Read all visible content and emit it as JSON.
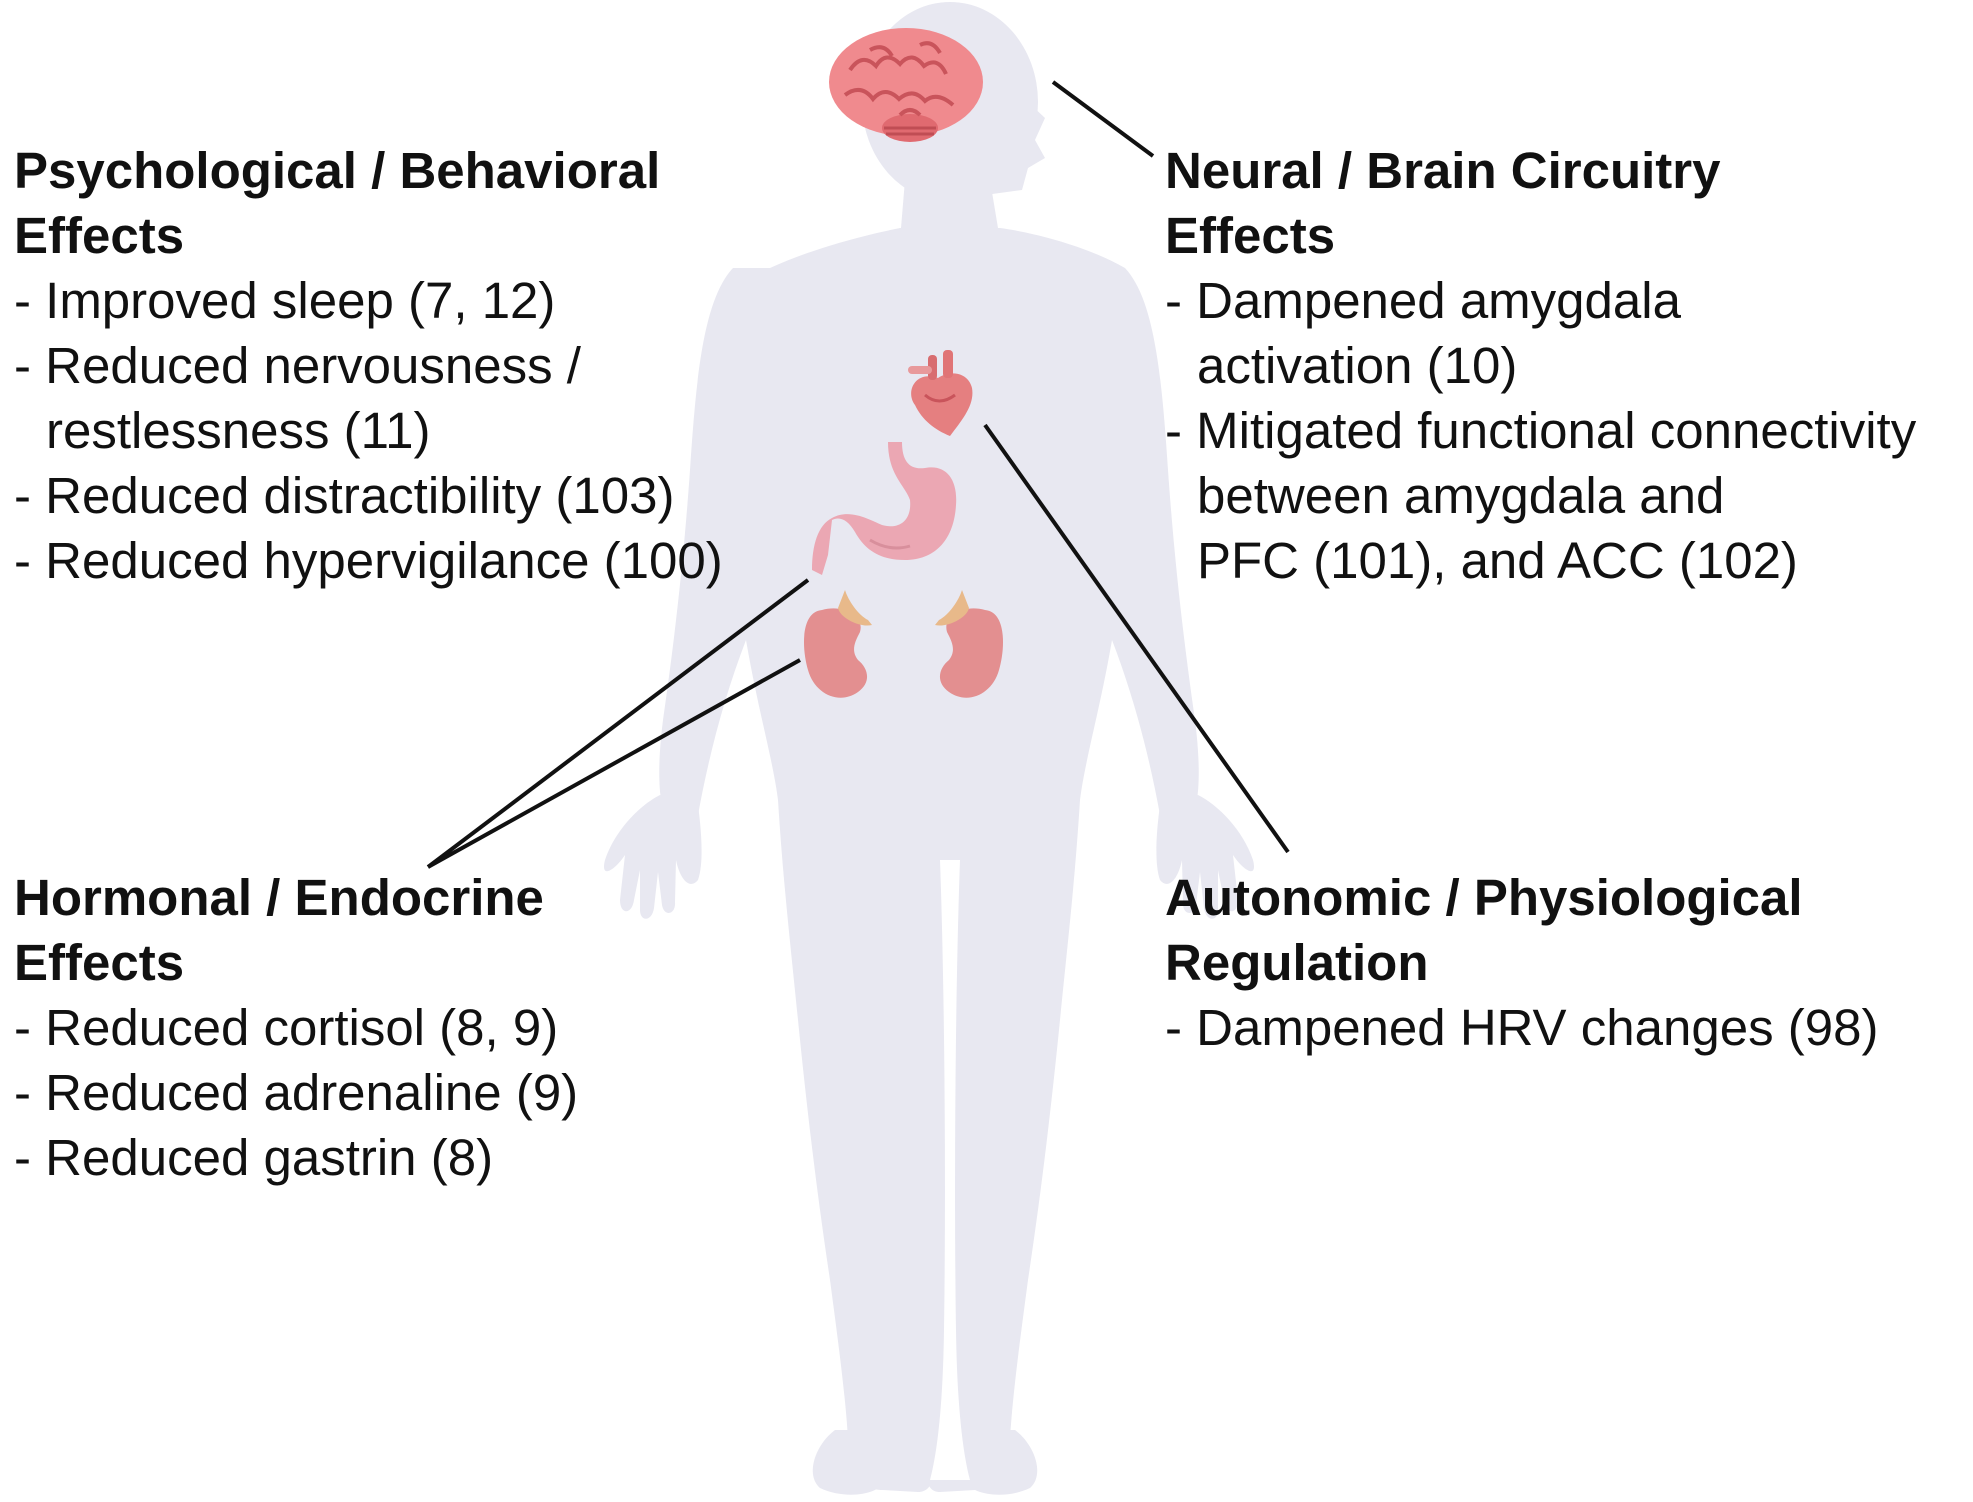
{
  "colors": {
    "body": "#e8e8f1",
    "brain": "#f08a8e",
    "heart": "#e57f80",
    "stomach": "#eba7b3",
    "kidney": "#e38f90",
    "adrenal": "#e8b98a",
    "line": "#111111"
  },
  "icons": [
    "human-body-silhouette",
    "brain-icon",
    "heart-icon",
    "stomach-icon",
    "kidney-icon",
    "adrenal-gland-icon"
  ],
  "blocks": {
    "psych": {
      "title": "Psychological / Behavioral\nEffects",
      "items": [
        "- Improved sleep (7, 12)",
        "- Reduced nervousness /\nrestlessness (11)",
        "- Reduced distractibility (103)",
        "- Reduced hypervigilance (100)"
      ]
    },
    "neural": {
      "title": "Neural / Brain Circuitry\nEffects",
      "items": [
        "- Dampened amygdala\nactivation (10)",
        "- Mitigated functional connectivity\nbetween amygdala and\nPFC (101), and ACC (102)"
      ]
    },
    "hormonal": {
      "title": "Hormonal / Endocrine\nEffects",
      "items": [
        "- Reduced cortisol (8, 9)",
        "- Reduced adrenaline (9)",
        "- Reduced gastrin (8)"
      ]
    },
    "autonomic": {
      "title": "Autonomic / Physiological\nRegulation",
      "items": [
        "- Dampened HRV changes (98)"
      ]
    }
  }
}
